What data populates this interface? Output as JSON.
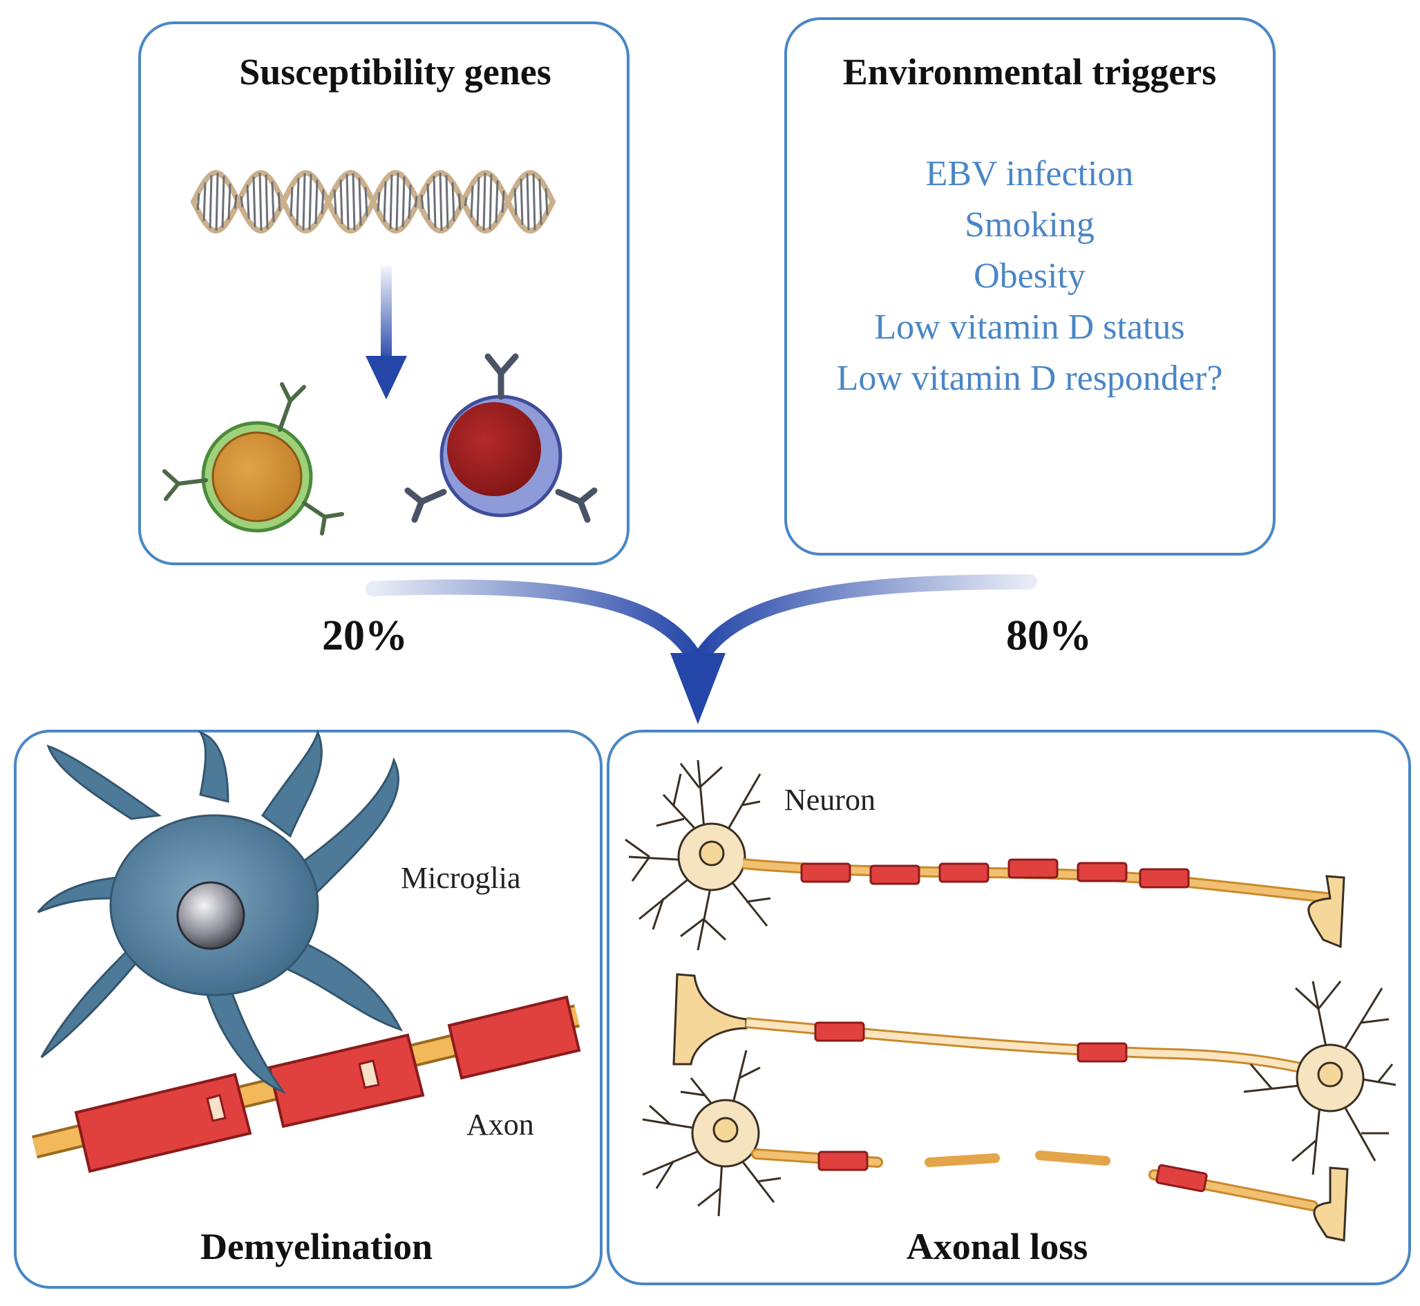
{
  "colors": {
    "panel_border": "#4a86c6",
    "arrow": "#2446a8",
    "env_text": "#4a86c6",
    "myelin": "#e0413f",
    "axon": "#f2b85a",
    "microglia": "#4d7a98",
    "neuron_body": "#f6e3bf"
  },
  "top_left": {
    "title": "Susceptibility genes"
  },
  "top_right": {
    "title": "Environmental triggers",
    "items": [
      "EBV infection",
      "Smoking",
      "Obesity",
      "Low vitamin D status",
      "Low vitamin D responder?"
    ]
  },
  "merge": {
    "left_pct": "20%",
    "right_pct": "80%"
  },
  "bottom_left": {
    "title": "Demyelination",
    "microglia_label": "Microglia",
    "axon_label": "Axon"
  },
  "bottom_right": {
    "title": "Axonal loss",
    "neuron_label": "Neuron"
  }
}
